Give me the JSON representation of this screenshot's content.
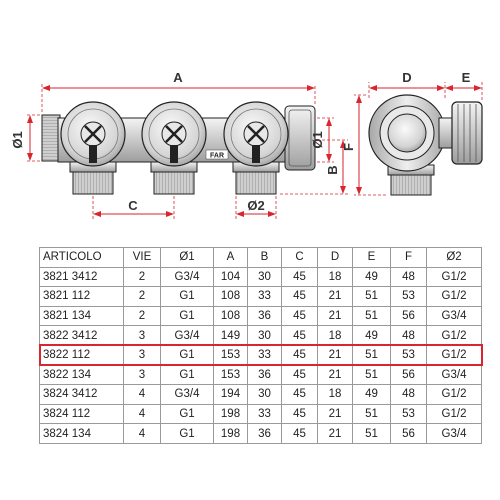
{
  "drawing": {
    "front_labels": {
      "a": "A",
      "b": "B",
      "c": "C",
      "phi1_left": "Ø1",
      "phi1_right": "Ø1",
      "phi2": "Ø2"
    },
    "side_labels": {
      "d": "D",
      "e": "E",
      "f": "F"
    },
    "logo": "FAR",
    "colors": {
      "dimension": "#d8262e",
      "body": "#d6d6d6",
      "outline": "#222222"
    }
  },
  "table": {
    "headers": [
      "ARTICOLO",
      "VIE",
      "Ø1",
      "A",
      "B",
      "C",
      "D",
      "E",
      "F",
      "Ø2"
    ],
    "rows": [
      [
        "3821 3412",
        "2",
        "G3/4",
        "104",
        "30",
        "45",
        "18",
        "49",
        "48",
        "G1/2"
      ],
      [
        "3821 112",
        "2",
        "G1",
        "108",
        "33",
        "45",
        "21",
        "51",
        "53",
        "G1/2"
      ],
      [
        "3821 134",
        "2",
        "G1",
        "108",
        "36",
        "45",
        "21",
        "51",
        "56",
        "G3/4"
      ],
      [
        "3822 3412",
        "3",
        "G3/4",
        "149",
        "30",
        "45",
        "18",
        "49",
        "48",
        "G1/2"
      ],
      [
        "3822 112",
        "3",
        "G1",
        "153",
        "33",
        "45",
        "21",
        "51",
        "53",
        "G1/2"
      ],
      [
        "3822 134",
        "3",
        "G1",
        "153",
        "36",
        "45",
        "21",
        "51",
        "56",
        "G3/4"
      ],
      [
        "3824 3412",
        "4",
        "G3/4",
        "194",
        "30",
        "45",
        "18",
        "49",
        "48",
        "G1/2"
      ],
      [
        "3824 112",
        "4",
        "G1",
        "198",
        "33",
        "45",
        "21",
        "51",
        "53",
        "G1/2"
      ],
      [
        "3824 134",
        "4",
        "G1",
        "198",
        "36",
        "45",
        "21",
        "51",
        "56",
        "G3/4"
      ]
    ],
    "highlighted_row_index": 4,
    "highlight_color": "#d8262e"
  }
}
